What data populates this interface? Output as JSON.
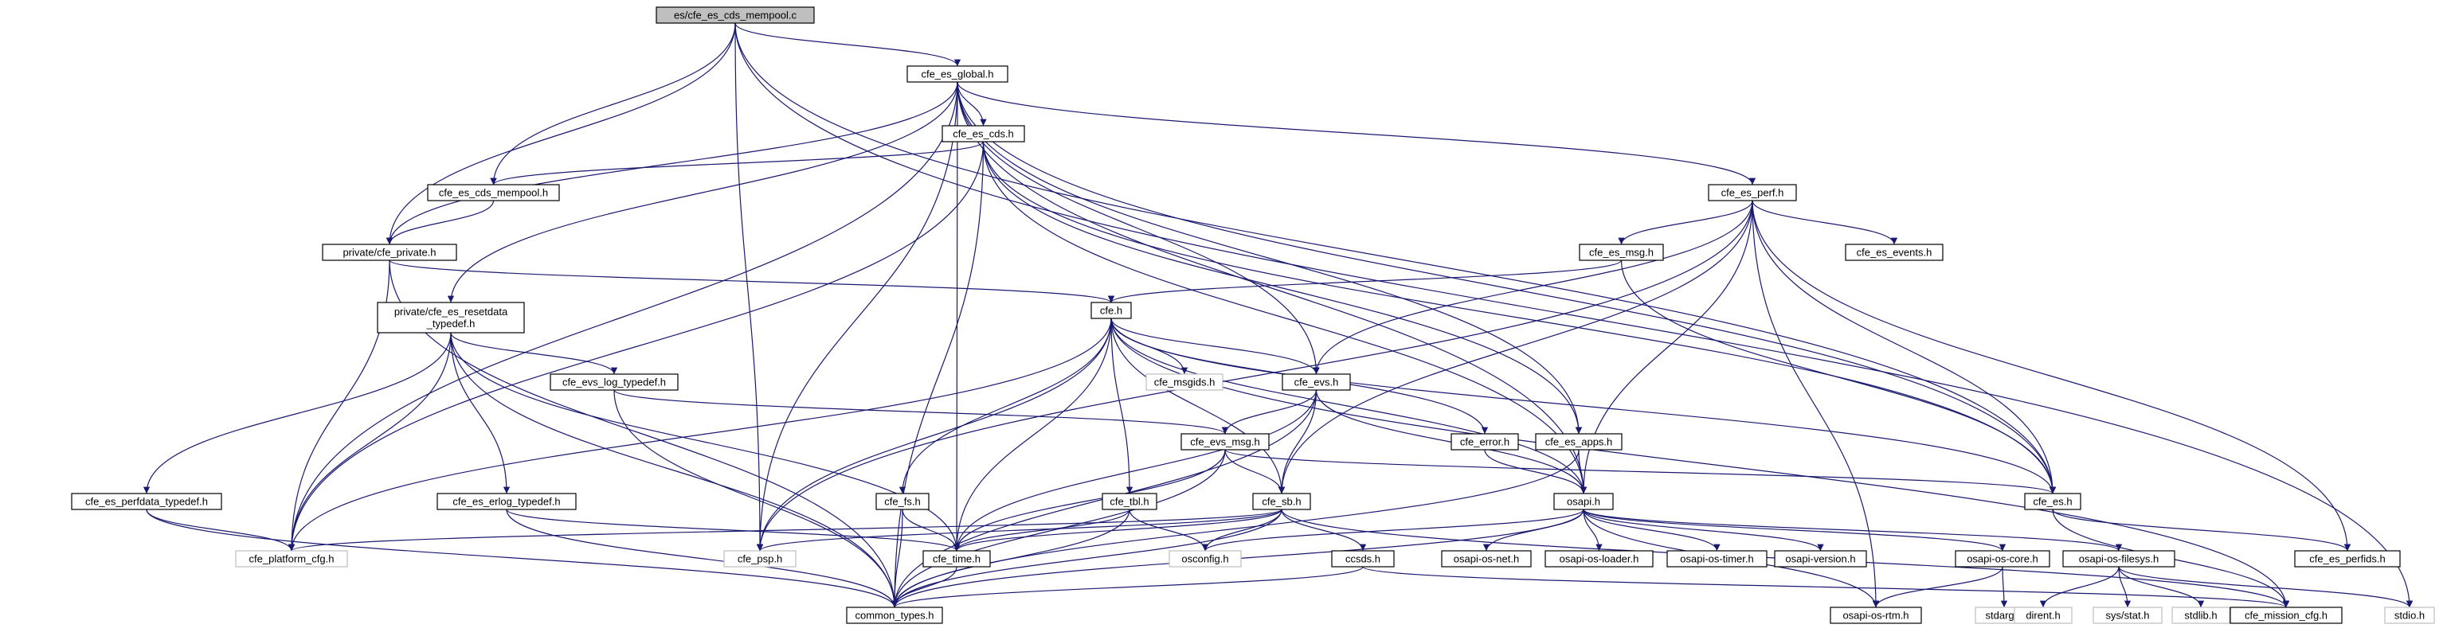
{
  "graph": {
    "nodes": [
      {
        "id": "root",
        "label": "es/cfe_es_cds_mempool.c",
        "kind": "root"
      },
      {
        "id": "global",
        "label": "cfe_es_global.h",
        "kind": "doc"
      },
      {
        "id": "cds",
        "label": "cfe_es_cds.h",
        "kind": "doc"
      },
      {
        "id": "cdsmp",
        "label": "cfe_es_cds_mempool.h",
        "kind": "doc"
      },
      {
        "id": "cfepriv",
        "label": "private/cfe_private.h",
        "kind": "doc"
      },
      {
        "id": "resetdata",
        "label": [
          "private/cfe_es_resetdata",
          "_typedef.h"
        ],
        "kind": "doc"
      },
      {
        "id": "perf",
        "label": "cfe_es_perf.h",
        "kind": "doc"
      },
      {
        "id": "esmsg",
        "label": "cfe_es_msg.h",
        "kind": "doc"
      },
      {
        "id": "esevents",
        "label": "cfe_es_events.h",
        "kind": "doc"
      },
      {
        "id": "cfeh",
        "label": "cfe.h",
        "kind": "doc"
      },
      {
        "id": "msgids",
        "label": "cfe_msgids.h",
        "kind": "sys"
      },
      {
        "id": "evs",
        "label": "cfe_evs.h",
        "kind": "doc"
      },
      {
        "id": "evslog",
        "label": "cfe_evs_log_typedef.h",
        "kind": "doc"
      },
      {
        "id": "evsmsg",
        "label": "cfe_evs_msg.h",
        "kind": "doc"
      },
      {
        "id": "error",
        "label": "cfe_error.h",
        "kind": "doc"
      },
      {
        "id": "esapps",
        "label": "cfe_es_apps.h",
        "kind": "doc"
      },
      {
        "id": "perfdata",
        "label": "cfe_es_perfdata_typedef.h",
        "kind": "doc"
      },
      {
        "id": "erlog",
        "label": "cfe_es_erlog_typedef.h",
        "kind": "doc"
      },
      {
        "id": "fs",
        "label": "cfe_fs.h",
        "kind": "doc"
      },
      {
        "id": "tbl",
        "label": "cfe_tbl.h",
        "kind": "doc"
      },
      {
        "id": "sb",
        "label": "cfe_sb.h",
        "kind": "doc"
      },
      {
        "id": "osapi",
        "label": "osapi.h",
        "kind": "doc"
      },
      {
        "id": "es",
        "label": "cfe_es.h",
        "kind": "doc"
      },
      {
        "id": "platcfg",
        "label": "cfe_platform_cfg.h",
        "kind": "sys"
      },
      {
        "id": "psp",
        "label": "cfe_psp.h",
        "kind": "sys"
      },
      {
        "id": "time",
        "label": "cfe_time.h",
        "kind": "doc"
      },
      {
        "id": "osconfig",
        "label": "osconfig.h",
        "kind": "sys"
      },
      {
        "id": "osnet",
        "label": "osapi-os-net.h",
        "kind": "doc"
      },
      {
        "id": "osloader",
        "label": "osapi-os-loader.h",
        "kind": "doc"
      },
      {
        "id": "ostimer",
        "label": "osapi-os-timer.h",
        "kind": "doc"
      },
      {
        "id": "osver",
        "label": "osapi-version.h",
        "kind": "doc"
      },
      {
        "id": "oscore",
        "label": "osapi-os-core.h",
        "kind": "doc"
      },
      {
        "id": "osfs",
        "label": "osapi-os-filesys.h",
        "kind": "doc"
      },
      {
        "id": "perfids",
        "label": "cfe_es_perfids.h",
        "kind": "doc"
      },
      {
        "id": "ccsds",
        "label": "ccsds.h",
        "kind": "doc"
      },
      {
        "id": "stdarg",
        "label": "stdarg.h",
        "kind": "sys"
      },
      {
        "id": "dirent",
        "label": "dirent.h",
        "kind": "sys"
      },
      {
        "id": "sysstat",
        "label": "sys/stat.h",
        "kind": "sys"
      },
      {
        "id": "stdlib",
        "label": "stdlib.h",
        "kind": "sys"
      },
      {
        "id": "stdio",
        "label": "stdio.h",
        "kind": "sys"
      },
      {
        "id": "mission",
        "label": "cfe_mission_cfg.h",
        "kind": "doc"
      },
      {
        "id": "osrtm",
        "label": "osapi-os-rtm.h",
        "kind": "doc"
      },
      {
        "id": "common",
        "label": "common_types.h",
        "kind": "doc"
      }
    ],
    "edges": [
      [
        "root",
        "global"
      ],
      [
        "root",
        "cdsmp"
      ],
      [
        "root",
        "cfepriv"
      ],
      [
        "root",
        "psp"
      ],
      [
        "root",
        "es"
      ],
      [
        "root",
        "stdio"
      ],
      [
        "global",
        "cds"
      ],
      [
        "global",
        "cfepriv"
      ],
      [
        "global",
        "resetdata"
      ],
      [
        "global",
        "perf"
      ],
      [
        "global",
        "evs"
      ],
      [
        "global",
        "esapps"
      ],
      [
        "global",
        "es"
      ],
      [
        "global",
        "osapi"
      ],
      [
        "global",
        "platcfg"
      ],
      [
        "global",
        "psp"
      ],
      [
        "global",
        "time"
      ],
      [
        "cds",
        "cdsmp"
      ],
      [
        "cds",
        "platcfg"
      ],
      [
        "cds",
        "es"
      ],
      [
        "cds",
        "osapi"
      ],
      [
        "cds",
        "common"
      ],
      [
        "cds",
        "esapps"
      ],
      [
        "cdsmp",
        "cfepriv"
      ],
      [
        "cfepriv",
        "cfeh"
      ],
      [
        "cfepriv",
        "platcfg"
      ],
      [
        "cfepriv",
        "common"
      ],
      [
        "resetdata",
        "perfdata"
      ],
      [
        "resetdata",
        "erlog"
      ],
      [
        "resetdata",
        "evslog"
      ],
      [
        "resetdata",
        "platcfg"
      ],
      [
        "resetdata",
        "time"
      ],
      [
        "resetdata",
        "common"
      ],
      [
        "perf",
        "esmsg"
      ],
      [
        "perf",
        "esevents"
      ],
      [
        "perf",
        "es"
      ],
      [
        "perf",
        "evs"
      ],
      [
        "perf",
        "sb"
      ],
      [
        "perf",
        "osapi"
      ],
      [
        "perf",
        "perfids"
      ],
      [
        "perf",
        "psp"
      ],
      [
        "perf",
        "osrtm"
      ],
      [
        "esmsg",
        "cfeh"
      ],
      [
        "esmsg",
        "es"
      ],
      [
        "cfeh",
        "msgids"
      ],
      [
        "cfeh",
        "evs"
      ],
      [
        "cfeh",
        "error"
      ],
      [
        "cfeh",
        "es"
      ],
      [
        "cfeh",
        "fs"
      ],
      [
        "cfeh",
        "tbl"
      ],
      [
        "cfeh",
        "sb"
      ],
      [
        "cfeh",
        "time"
      ],
      [
        "cfeh",
        "psp"
      ],
      [
        "cfeh",
        "osapi"
      ],
      [
        "cfeh",
        "platcfg"
      ],
      [
        "cfeh",
        "mission"
      ],
      [
        "evs",
        "evsmsg"
      ],
      [
        "evs",
        "sb"
      ],
      [
        "evs",
        "osapi"
      ],
      [
        "evs",
        "time"
      ],
      [
        "evs",
        "common"
      ],
      [
        "evslog",
        "evsmsg"
      ],
      [
        "evslog",
        "common"
      ],
      [
        "evsmsg",
        "sb"
      ],
      [
        "evsmsg",
        "time"
      ],
      [
        "evsmsg",
        "es"
      ],
      [
        "evsmsg",
        "common"
      ],
      [
        "error",
        "osapi"
      ],
      [
        "esapps",
        "osapi"
      ],
      [
        "esapps",
        "common"
      ],
      [
        "perfdata",
        "platcfg"
      ],
      [
        "perfdata",
        "common"
      ],
      [
        "erlog",
        "time"
      ],
      [
        "erlog",
        "common"
      ],
      [
        "fs",
        "time"
      ],
      [
        "fs",
        "common"
      ],
      [
        "tbl",
        "time"
      ],
      [
        "tbl",
        "osconfig"
      ],
      [
        "tbl",
        "common"
      ],
      [
        "sb",
        "ccsds"
      ],
      [
        "sb",
        "time"
      ],
      [
        "sb",
        "osconfig"
      ],
      [
        "sb",
        "platcfg"
      ],
      [
        "sb",
        "psp"
      ],
      [
        "sb",
        "mission"
      ],
      [
        "sb",
        "common"
      ],
      [
        "osapi",
        "osnet"
      ],
      [
        "osapi",
        "osloader"
      ],
      [
        "osapi",
        "ostimer"
      ],
      [
        "osapi",
        "osver"
      ],
      [
        "osapi",
        "oscore"
      ],
      [
        "osapi",
        "osfs"
      ],
      [
        "osapi",
        "osconfig"
      ],
      [
        "osapi",
        "osrtm"
      ],
      [
        "osapi",
        "common"
      ],
      [
        "oscore",
        "stdarg"
      ],
      [
        "oscore",
        "osrtm"
      ],
      [
        "osfs",
        "dirent"
      ],
      [
        "osfs",
        "sysstat"
      ],
      [
        "osfs",
        "stdlib"
      ],
      [
        "osfs",
        "stdio"
      ],
      [
        "es",
        "perfids"
      ],
      [
        "es",
        "mission"
      ],
      [
        "time",
        "common"
      ],
      [
        "ccsds",
        "common"
      ],
      [
        "ccsds",
        "mission"
      ]
    ]
  }
}
